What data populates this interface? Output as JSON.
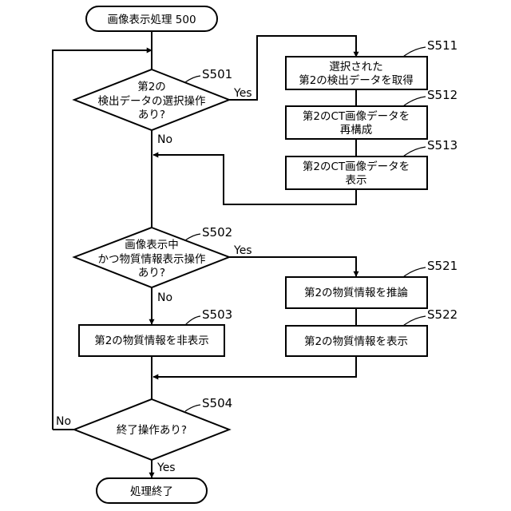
{
  "diagram": {
    "start": "画像表示処理 500",
    "end": "処理終了",
    "decisions": {
      "d501": {
        "step": "S501",
        "lines": [
          "第2の",
          "検出データの選択操作",
          "あり?"
        ],
        "yes": "Yes",
        "no": "No"
      },
      "d502": {
        "step": "S502",
        "lines": [
          "画像表示中",
          "かつ物質情報表示操作",
          "あり?"
        ],
        "yes": "Yes",
        "no": "No"
      },
      "d504": {
        "step": "S504",
        "lines": [
          "終了操作あり?"
        ],
        "yes": "Yes",
        "no": "No"
      }
    },
    "processes": {
      "p511": {
        "step": "S511",
        "lines": [
          "選択された",
          "第2の検出データを取得"
        ]
      },
      "p512": {
        "step": "S512",
        "lines": [
          "第2のCT画像データを",
          "再構成"
        ]
      },
      "p513": {
        "step": "S513",
        "lines": [
          "第2のCT画像データを",
          "表示"
        ]
      },
      "p521": {
        "step": "S521",
        "lines": [
          "第2の物質情報を推論"
        ]
      },
      "p522": {
        "step": "S522",
        "lines": [
          "第2の物質情報を表示"
        ]
      },
      "p503": {
        "step": "S503",
        "lines": [
          "第2の物質情報を非表示"
        ]
      }
    }
  }
}
